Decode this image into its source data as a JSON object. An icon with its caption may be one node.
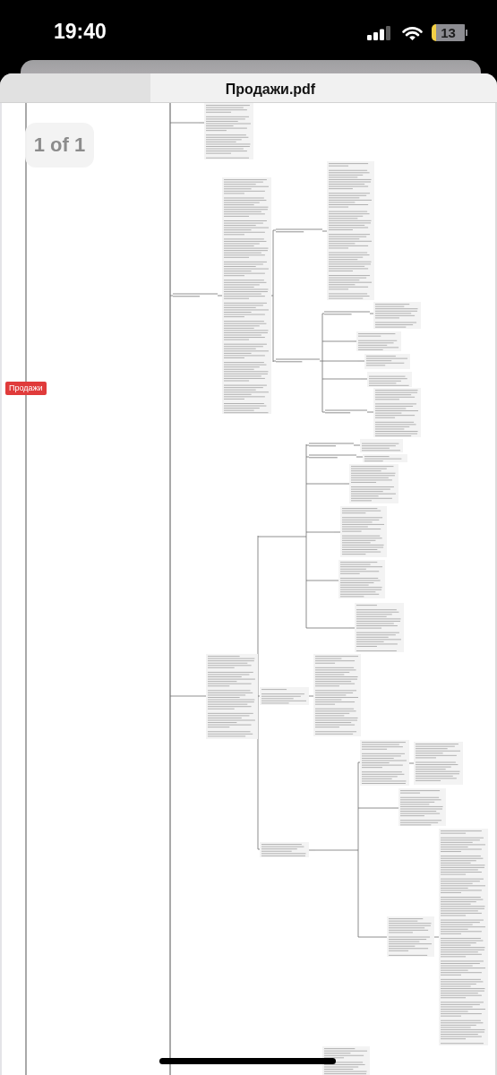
{
  "diagram": {
    "title": "Продажи.pdf",
    "nodes": [
      {
        "text": [
          "Продажи"
        ]
      }
    ],
    "labels": [
      "19:40",
      "13",
      "1 of 1"
    ]
  }
}
